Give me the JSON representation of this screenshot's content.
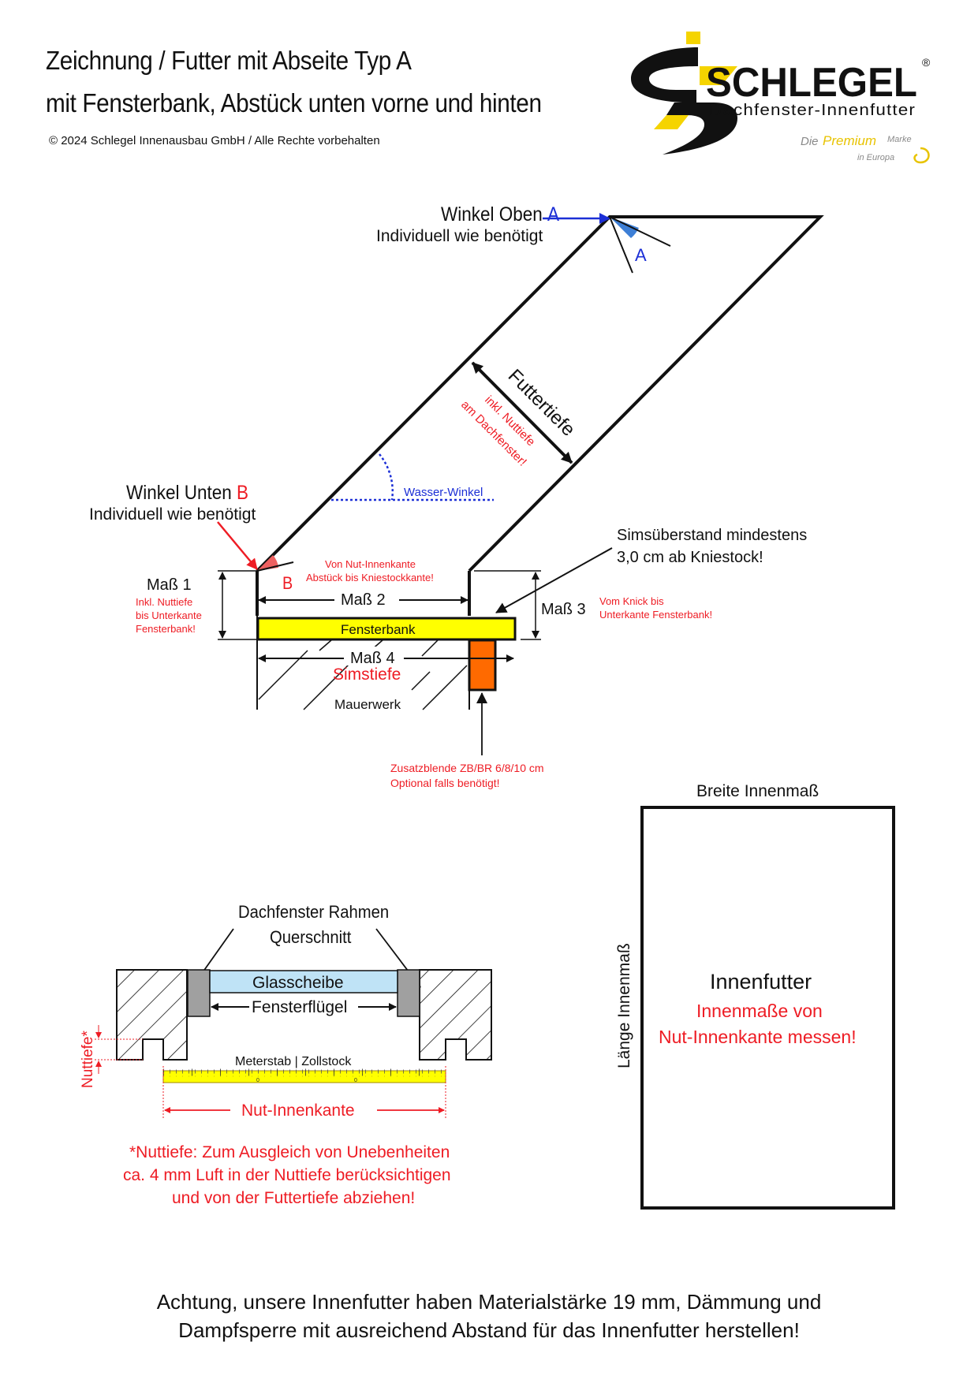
{
  "header": {
    "title_line1": "Zeichnung / Futter mit Abseite Typ A",
    "title_line2": "mit Fensterbank, Abstück unten vorne und hinten",
    "copyright": "© 2024 Schlegel Innenausbau GmbH / Alle Rechte vorbehalten"
  },
  "logo": {
    "brand": "SCHLEGEL",
    "registered": "®",
    "subtitle": "Dachfenster-Innenfutter",
    "tagline_die": "Die",
    "tagline_premium": "Premium",
    "tagline_marke": "Marke",
    "tagline_europa": "in Europa"
  },
  "section_drawing": {
    "winkel_oben": "Winkel Oben",
    "winkel_oben_letter": "A",
    "winkel_oben_sub": "Individuell wie benötigt",
    "angle_a_label": "A",
    "futtertiefe": "Futtertiefe",
    "futtertiefe_note1": "inkl. Nuttiefe",
    "futtertiefe_note2": "am Dachfenster!",
    "wasser_winkel": "Wasser-Winkel",
    "winkel_unten": "Winkel Unten",
    "winkel_unten_letter": "B",
    "winkel_unten_sub": "Individuell wie benötigt",
    "angle_b_label": "B",
    "simsueberstand1": "Simsüberstand mindestens",
    "simsueberstand2": "3,0 cm ab Kniestock!",
    "mass1": "Maß 1",
    "mass1_note1": "Inkl. Nuttiefe",
    "mass1_note2": "bis Unterkante",
    "mass1_note3": "Fensterbank!",
    "mass2_note1": "Von Nut-Innenkante",
    "mass2_note2": "Abstück bis Kniestockkante!",
    "mass2": "Maß 2",
    "mass3": "Maß 3",
    "mass3_note1": "Vom Knick bis",
    "mass3_note2": "Unterkante Fensterbank!",
    "fensterbank": "Fensterbank",
    "mass4": "Maß 4",
    "simstiefe": "Simstiefe",
    "mauerwerk": "Mauerwerk",
    "zusatzblende1": "Zusatzblende ZB/BR 6/8/10 cm",
    "zusatzblende2": "Optional falls benötigt!"
  },
  "section_frame": {
    "title1": "Dachfenster Rahmen",
    "title2": "Querschnitt",
    "glasscheibe": "Glasscheibe",
    "fensterfluegel": "Fensterflügel",
    "nuttiefe": "Nuttiefe*",
    "meterstab": "Meterstab | Zollstock",
    "nut_innenkante": "Nut-Innenkante",
    "footnote1": "*Nuttiefe: Zum Ausgleich von Unebenheiten",
    "footnote2": "ca. 4 mm Luft in der Nuttiefe berücksichtigen",
    "footnote3": "und von der Futtertiefe abziehen!"
  },
  "section_rect": {
    "breite": "Breite Innenmaß",
    "laenge": "Länge Innenmaß",
    "innenfutter": "Innenfutter",
    "note1": "Innenmaße von",
    "note2": "Nut-Innenkante messen!"
  },
  "footer": {
    "line1": "Achtung, unsere Innenfutter haben Materialstärke 19 mm, Dämmung und",
    "line2": "Dampfsperre mit ausreichend Abstand für das Innenfutter herstellen!"
  },
  "colors": {
    "red": "#ee1c24",
    "blue": "#1c2fd6",
    "yellow": "#ffff00",
    "orange": "#ff6a00",
    "glass": "#bfe3f6",
    "logo_yellow": "#f5d400",
    "grey": "#999999"
  }
}
